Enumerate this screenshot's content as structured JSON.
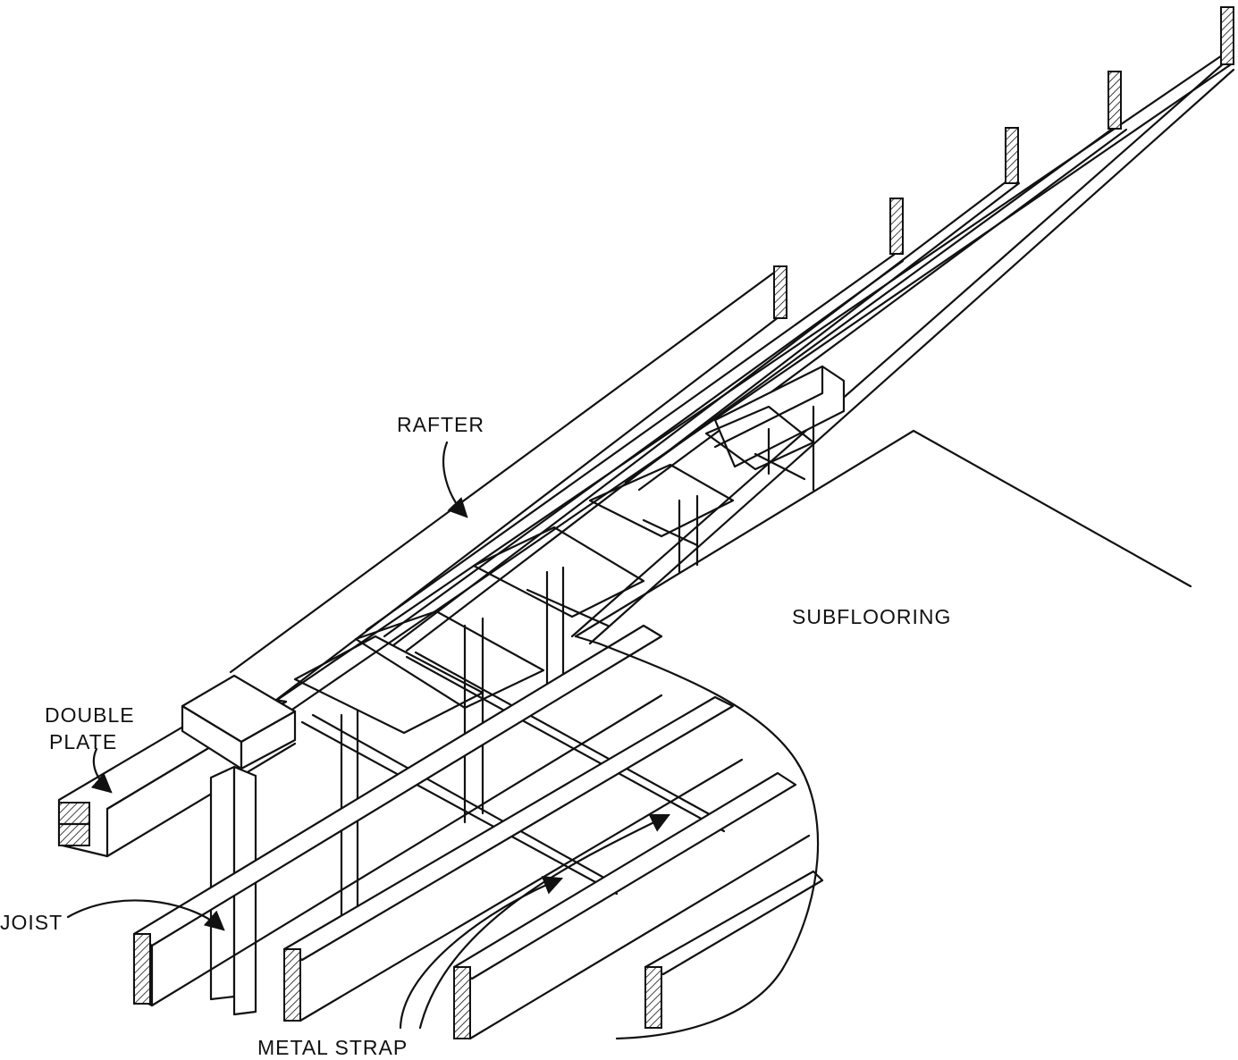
{
  "labels": {
    "rafter": "RAFTER",
    "subflooring": "SUBFLOORING",
    "double_plate_line1": "DOUBLE",
    "double_plate_line2": "PLATE",
    "joist": "JOIST",
    "metal_strap": "METAL STRAP"
  },
  "colors": {
    "ink": "#111111",
    "paper": "#ffffff"
  }
}
